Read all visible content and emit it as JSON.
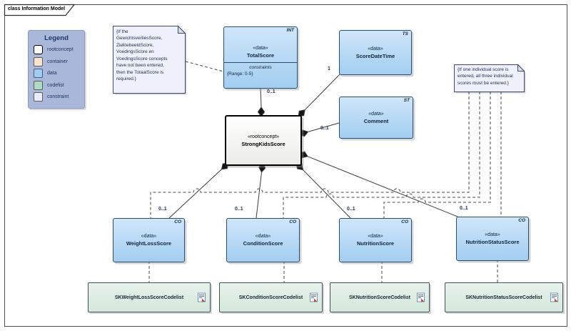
{
  "frame": {
    "tab_label": "class Information Model"
  },
  "legend": {
    "title": "Legend",
    "items": [
      {
        "label": "rootconcept",
        "fill": "#ffffff",
        "border": "#000000"
      },
      {
        "label": "container",
        "fill": "#f9e4c9",
        "border": "#5d5d5d"
      },
      {
        "label": "data",
        "fill": "#9fccef",
        "border": "#44618a"
      },
      {
        "label": "codelist",
        "fill": "#aedcc2",
        "border": "#5d5d5d"
      },
      {
        "label": "constraint",
        "fill": "#e9ecfa",
        "border": "#5d5d5d"
      }
    ]
  },
  "notes": {
    "total_note": "{If the\nGewichtsverliesScore,\nZiektebeeldScore,\nVoedingsScore en\nVoedingsScore concepts\nhave not been entered,\nthen the TotaalScore is\nrequired.}",
    "individual_note": "{If one individual score is\nentered, all three individual\nscores must be entered.}"
  },
  "classes": {
    "total_score": {
      "stereotype": "«data»",
      "name": "TotalScore",
      "type": "INT",
      "compartment": "constraints",
      "constraint": "{Range: 0-5}",
      "multiplicity": "0..1"
    },
    "score_date_time": {
      "stereotype": "«data»",
      "name": "ScoreDateTime",
      "type": "TS",
      "multiplicity": "1"
    },
    "comment": {
      "stereotype": "«data»",
      "name": "Comment",
      "type": "ST",
      "multiplicity": "0..1"
    },
    "strong_kids_score": {
      "stereotype": "«rootconcept»",
      "name": "StrongKidsScore"
    },
    "weight_loss_score": {
      "stereotype": "«data»",
      "name": "WeightLossScore",
      "type": "CO",
      "multiplicity": "0..1"
    },
    "condition_score": {
      "stereotype": "«data»",
      "name": "ConditionScore",
      "type": "CO",
      "multiplicity": "0..1"
    },
    "nutrition_score": {
      "stereotype": "«data»",
      "name": "NutritionScore",
      "type": "CO",
      "multiplicity": "0..1"
    },
    "nutrition_status_score": {
      "stereotype": "«data»",
      "name": "NutritionStatusScore",
      "type": "CO",
      "multiplicity": "0..1"
    }
  },
  "codelists": [
    {
      "name": "SKWeightLossScoreCodelist"
    },
    {
      "name": "SKConditionScoreCodelist"
    },
    {
      "name": "SKNutritionScoreCodelist"
    },
    {
      "name": "SKNutritionStatusScoreCodelist"
    }
  ],
  "colors": {
    "data_fill_top": "#cfe6f9",
    "data_fill_bottom": "#a2cef1",
    "data_border": "#2a4d73",
    "rootconcept_fill": "#ffffff",
    "rootconcept_border": "#000000",
    "codelist_fill": "#dcecdf",
    "codelist_border": "#3c5560",
    "note_fill": "#eef1fc",
    "note_border": "#3e4a6e",
    "legend_bg": "#a9b7d8",
    "connector": "#3a3a3a"
  }
}
